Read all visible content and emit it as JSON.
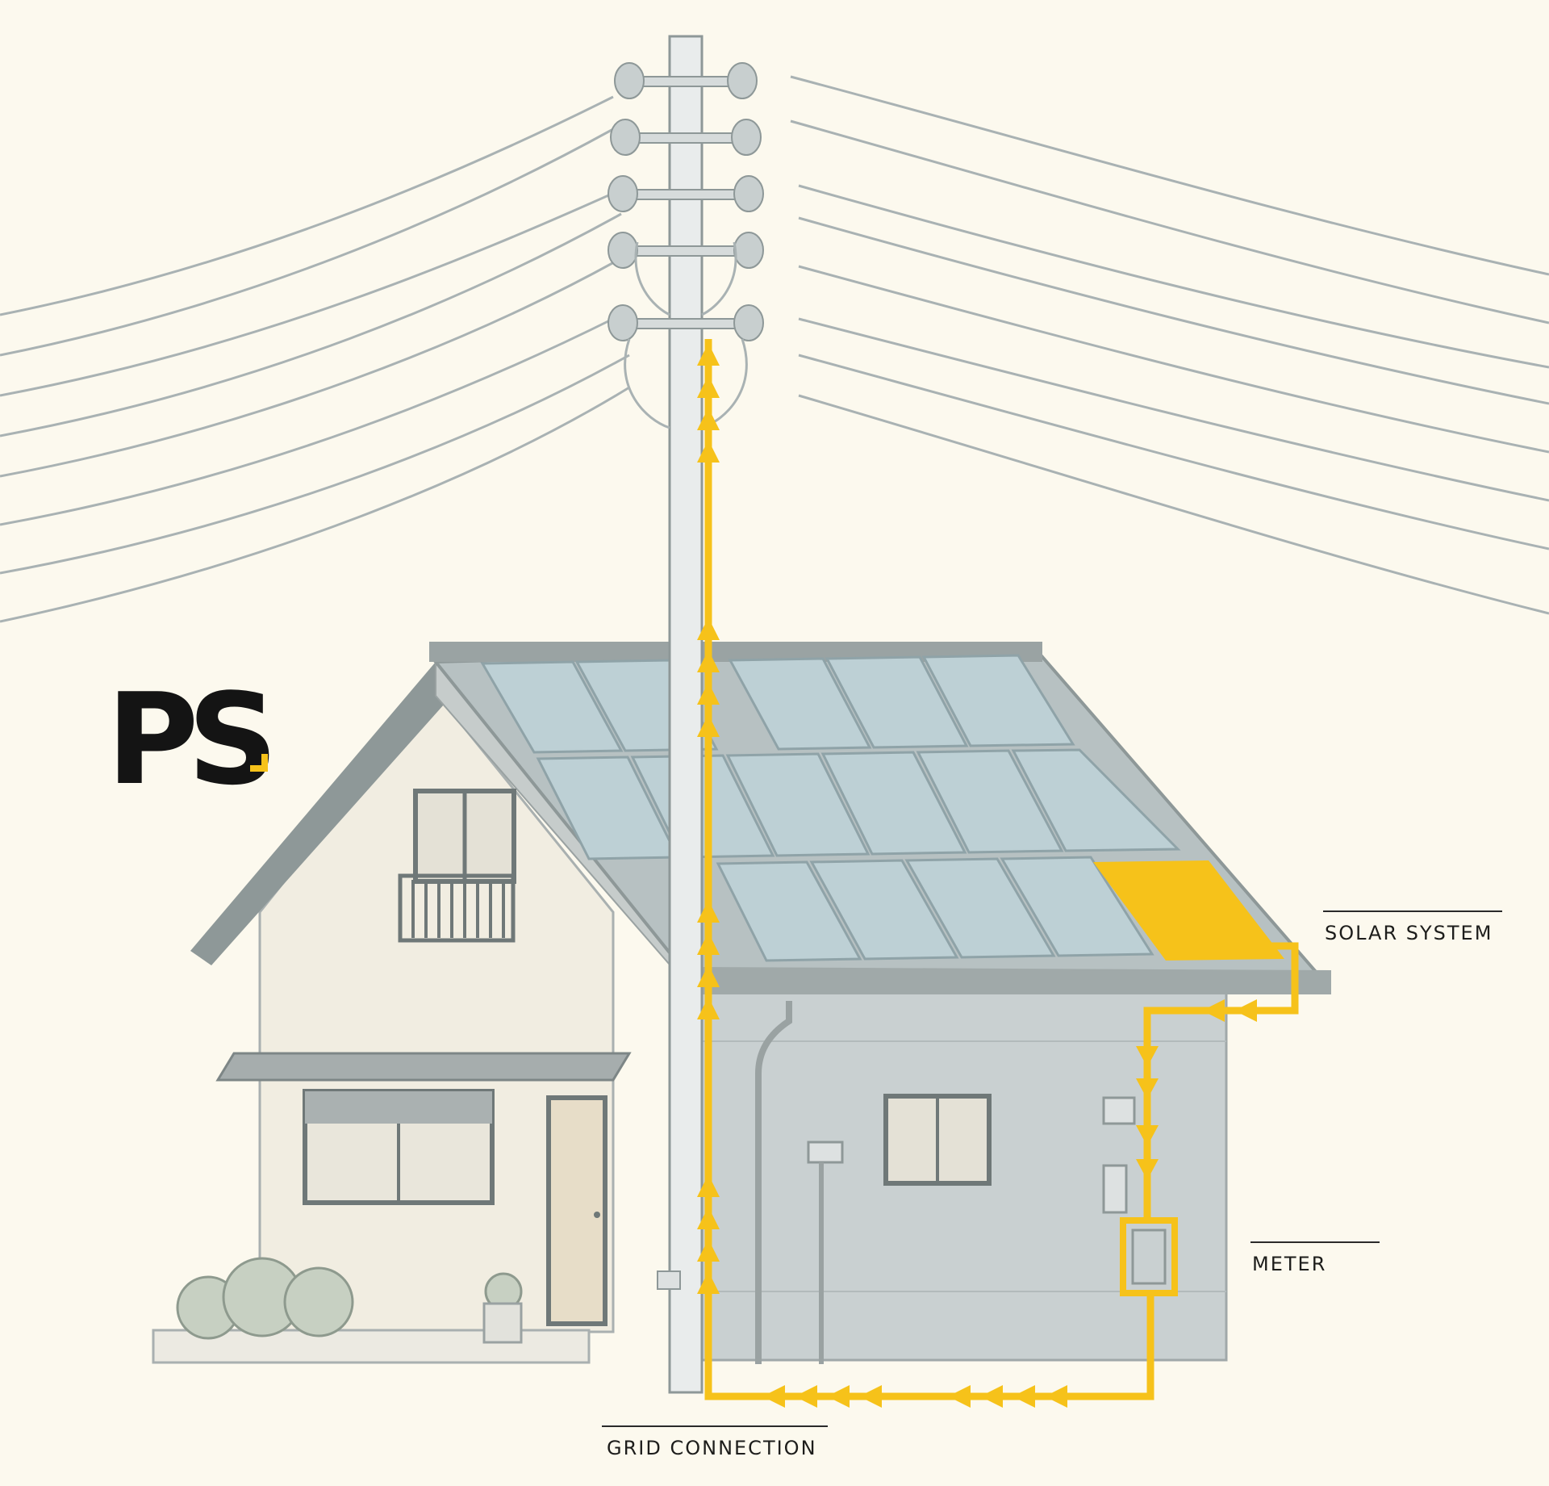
{
  "logo": {
    "text": "PS",
    "accent_color": "#f6c21a"
  },
  "labels": {
    "solar_system": "SOLAR SYSTEM",
    "meter": "METER",
    "grid_connection": "GRID CONNECTION"
  },
  "colors": {
    "background": "#fcf9ee",
    "flow_line": "#f6c21a",
    "wires": "#a9b2b3",
    "house_wall": "#f1ede1",
    "extension_wall": "#c9d0d1",
    "solar_panels": "#b9cdd3",
    "roof_edge": "#8e9898"
  },
  "icons": {
    "pole": "utility-pole-icon",
    "house": "house-icon",
    "panels": "solar-panel-icon",
    "meter": "meter-box-icon",
    "arrows": "flow-arrow-icon"
  }
}
